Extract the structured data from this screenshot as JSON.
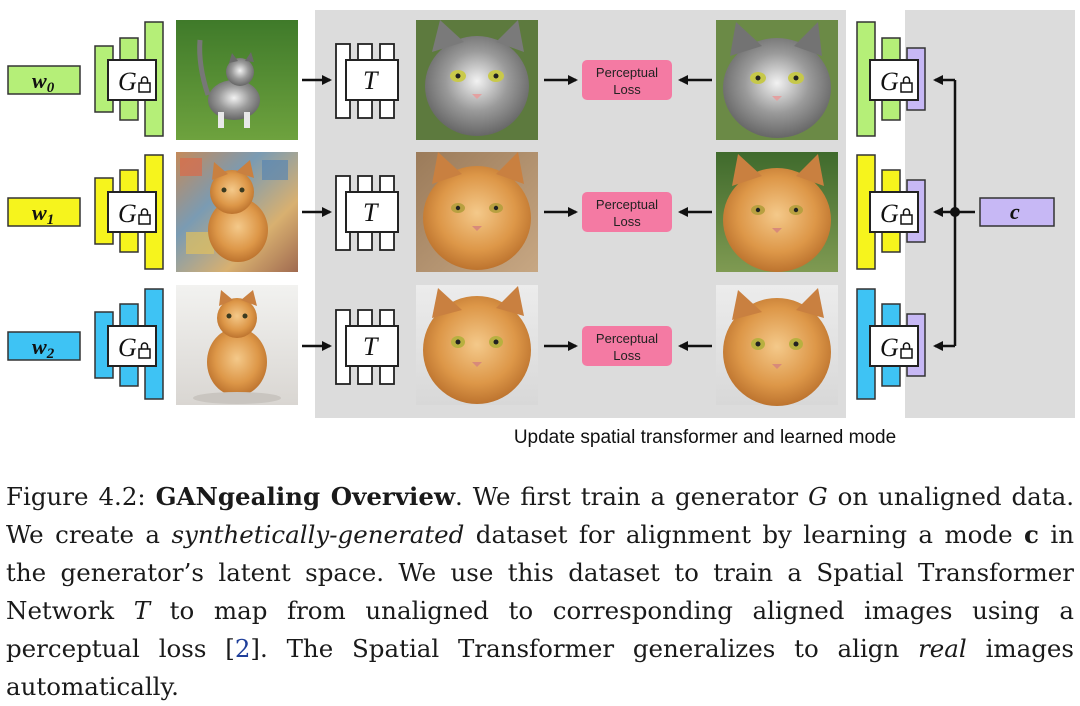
{
  "latents": [
    {
      "base": "w",
      "sub": "0",
      "color": "#b5ef78"
    },
    {
      "base": "w",
      "sub": "1",
      "color": "#f6f41d"
    },
    {
      "base": "w",
      "sub": "2",
      "color": "#3ec3f4"
    }
  ],
  "generator_symbol": "G",
  "transformer_symbol": "T",
  "loss_label_line1": "Perceptual",
  "loss_label_line2": "Loss",
  "mode_symbol": "c",
  "region_label": "Update spatial transformer and learned mode",
  "colors": {
    "shaded_region": "#dcdcdc",
    "loss_box": "#f47aa3",
    "mode_box": "#c7b8f5",
    "arrow": "#111111"
  },
  "images": [
    {
      "role": "unaligned-cat-0",
      "fur": "gray-white",
      "bg": "grass"
    },
    {
      "role": "unaligned-cat-1",
      "fur": "orange",
      "bg": "colorful"
    },
    {
      "role": "unaligned-cat-2",
      "fur": "orange",
      "bg": "white"
    }
  ],
  "caption": {
    "prefix": "Figure 4.2: ",
    "bold_title": "GANgealing Overview",
    "part1": ". We first train a generator ",
    "g": "G",
    "part2": " on unaligned data. We create a ",
    "em1": "synthetically-generated",
    "part3": " dataset for alignment by learning a mode ",
    "c": "c",
    "part4": " in the generator’s latent space. We use this dataset to train a Spatial Transformer Network ",
    "t": "T",
    "part5": " to map from unaligned to corresponding aligned images using a perceptual loss [",
    "ref": "2",
    "part6": "]. The Spatial Transformer generalizes to align ",
    "em2": "real",
    "part7": " images automatically."
  }
}
